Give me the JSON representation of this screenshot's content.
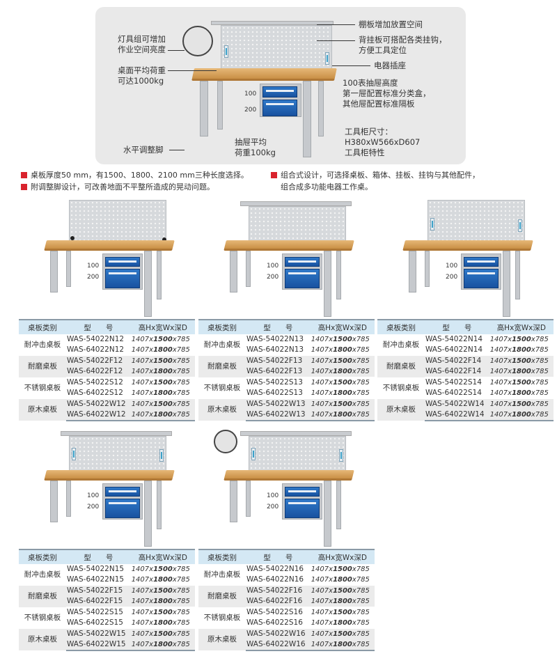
{
  "hero": {
    "annotations": {
      "shelf": "棚板增加放置空间",
      "pegboard": [
        "背挂板可搭配各类挂钩，",
        "方便工具定位"
      ],
      "socket": "电器插座",
      "lamp": [
        "灯具组可增加",
        "作业空间亮度"
      ],
      "load": [
        "桌面平均荷重",
        "可达1000kg"
      ],
      "drawer_height": [
        "100表抽屉高度",
        "第一屉配置标准分类盒，",
        "其他屉配置标准隔板"
      ],
      "cabinet": [
        "工具柜尺寸：",
        "H380xW566xD607",
        "工具柜特性"
      ],
      "drawer_load": [
        "抽屉平均",
        "荷重100kg"
      ],
      "foot": "水平调整脚"
    },
    "drawer_labels": [
      "100",
      "200"
    ]
  },
  "bullets": [
    "桌板厚度50 mm，有1500、1800、2100 mm三种长度选择。",
    "附调整脚设计，可改善地面不平整所造成的晃动问题。",
    "组合式设计，可选择桌板、箱体、挂板、挂钩与其他配件，",
    "组合成多功能电器工作桌。"
  ],
  "table_headers": [
    "桌板类别",
    "型　　号",
    "高Hx宽Wx深D"
  ],
  "board_types": [
    "耐冲击桌板",
    "耐磨桌板",
    "不锈钢桌板",
    "原木桌板"
  ],
  "dims": [
    [
      "1407x",
      "1500",
      "x785"
    ],
    [
      "1407x",
      "1800",
      "x785"
    ]
  ],
  "products": [
    {
      "variant": "plain",
      "models": [
        "WAS-54022N12",
        "WAS-64022N12",
        "WAS-54022F12",
        "WAS-64022F12",
        "WAS-54022S12",
        "WAS-64022S12",
        "WAS-54022W12",
        "WAS-64022W12"
      ]
    },
    {
      "variant": "shelf",
      "models": [
        "WAS-54022N13",
        "WAS-64022N13",
        "WAS-54022F13",
        "WAS-64022F13",
        "WAS-54022S13",
        "WAS-64022S13",
        "WAS-54022W13",
        "WAS-64022W13"
      ]
    },
    {
      "variant": "socket",
      "models": [
        "WAS-54022N14",
        "WAS-64022N14",
        "WAS-54022F14",
        "WAS-64022F14",
        "WAS-54022S14",
        "WAS-64022S14",
        "WAS-54022W14",
        "WAS-64022W14"
      ]
    },
    {
      "variant": "shelf-socket",
      "models": [
        "WAS-54022N15",
        "WAS-64022N15",
        "WAS-54022F15",
        "WAS-64022F15",
        "WAS-54022S15",
        "WAS-64022S15",
        "WAS-54022W15",
        "WAS-64022W15"
      ]
    },
    {
      "variant": "shelf-socket-lamp",
      "models": [
        "WAS-54022N16",
        "WAS-64022N16",
        "WAS-54022F16",
        "WAS-64022F16",
        "WAS-54022S16",
        "WAS-64022S16",
        "WAS-54022W16",
        "WAS-64022W16"
      ]
    }
  ],
  "colors": {
    "accent": "#d9232d",
    "drawer": "#1f5fb0",
    "header": "#d4e8f4"
  }
}
